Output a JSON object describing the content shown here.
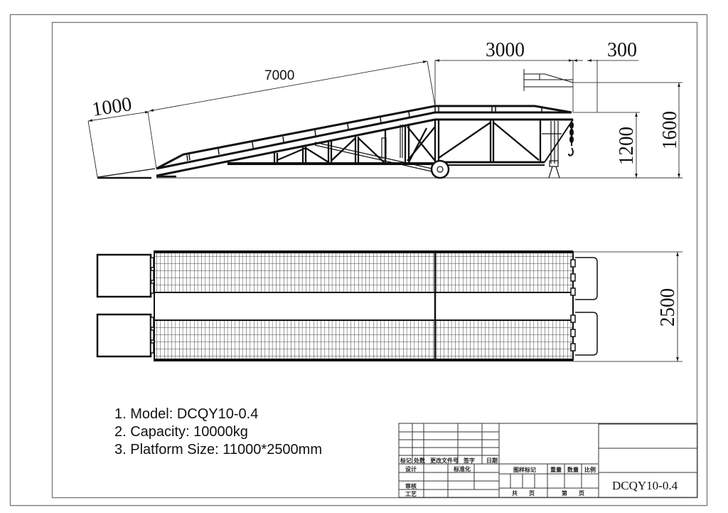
{
  "drawing": {
    "title_model": "DCQY10-0.4",
    "side_view": {
      "dimensions": {
        "lip_length": "1000",
        "ramp_length": "7000",
        "platform_length": "3000",
        "overhang": "300",
        "deck_height": "1200",
        "max_height": "1600"
      }
    },
    "plan_view": {
      "dimensions": {
        "width": "2500"
      }
    },
    "notes": [
      "1. Model: DCQY10-0.4",
      "2. Capacity: 10000kg",
      "3. Platform Size: 11000*2500mm"
    ],
    "title_block": {
      "revision_headers": [
        "标记",
        "处数",
        "更改文件号",
        "签字",
        "日期"
      ],
      "design": "设计",
      "standardization": "标准化",
      "review": "审核",
      "process": "工艺",
      "drawing_mark": "图样标记",
      "weight": "重量",
      "quantity": "数量",
      "scale": "比例",
      "total_pages": "共　　页",
      "page_no": "第　　页",
      "model": "DCQY10-0.4"
    }
  }
}
